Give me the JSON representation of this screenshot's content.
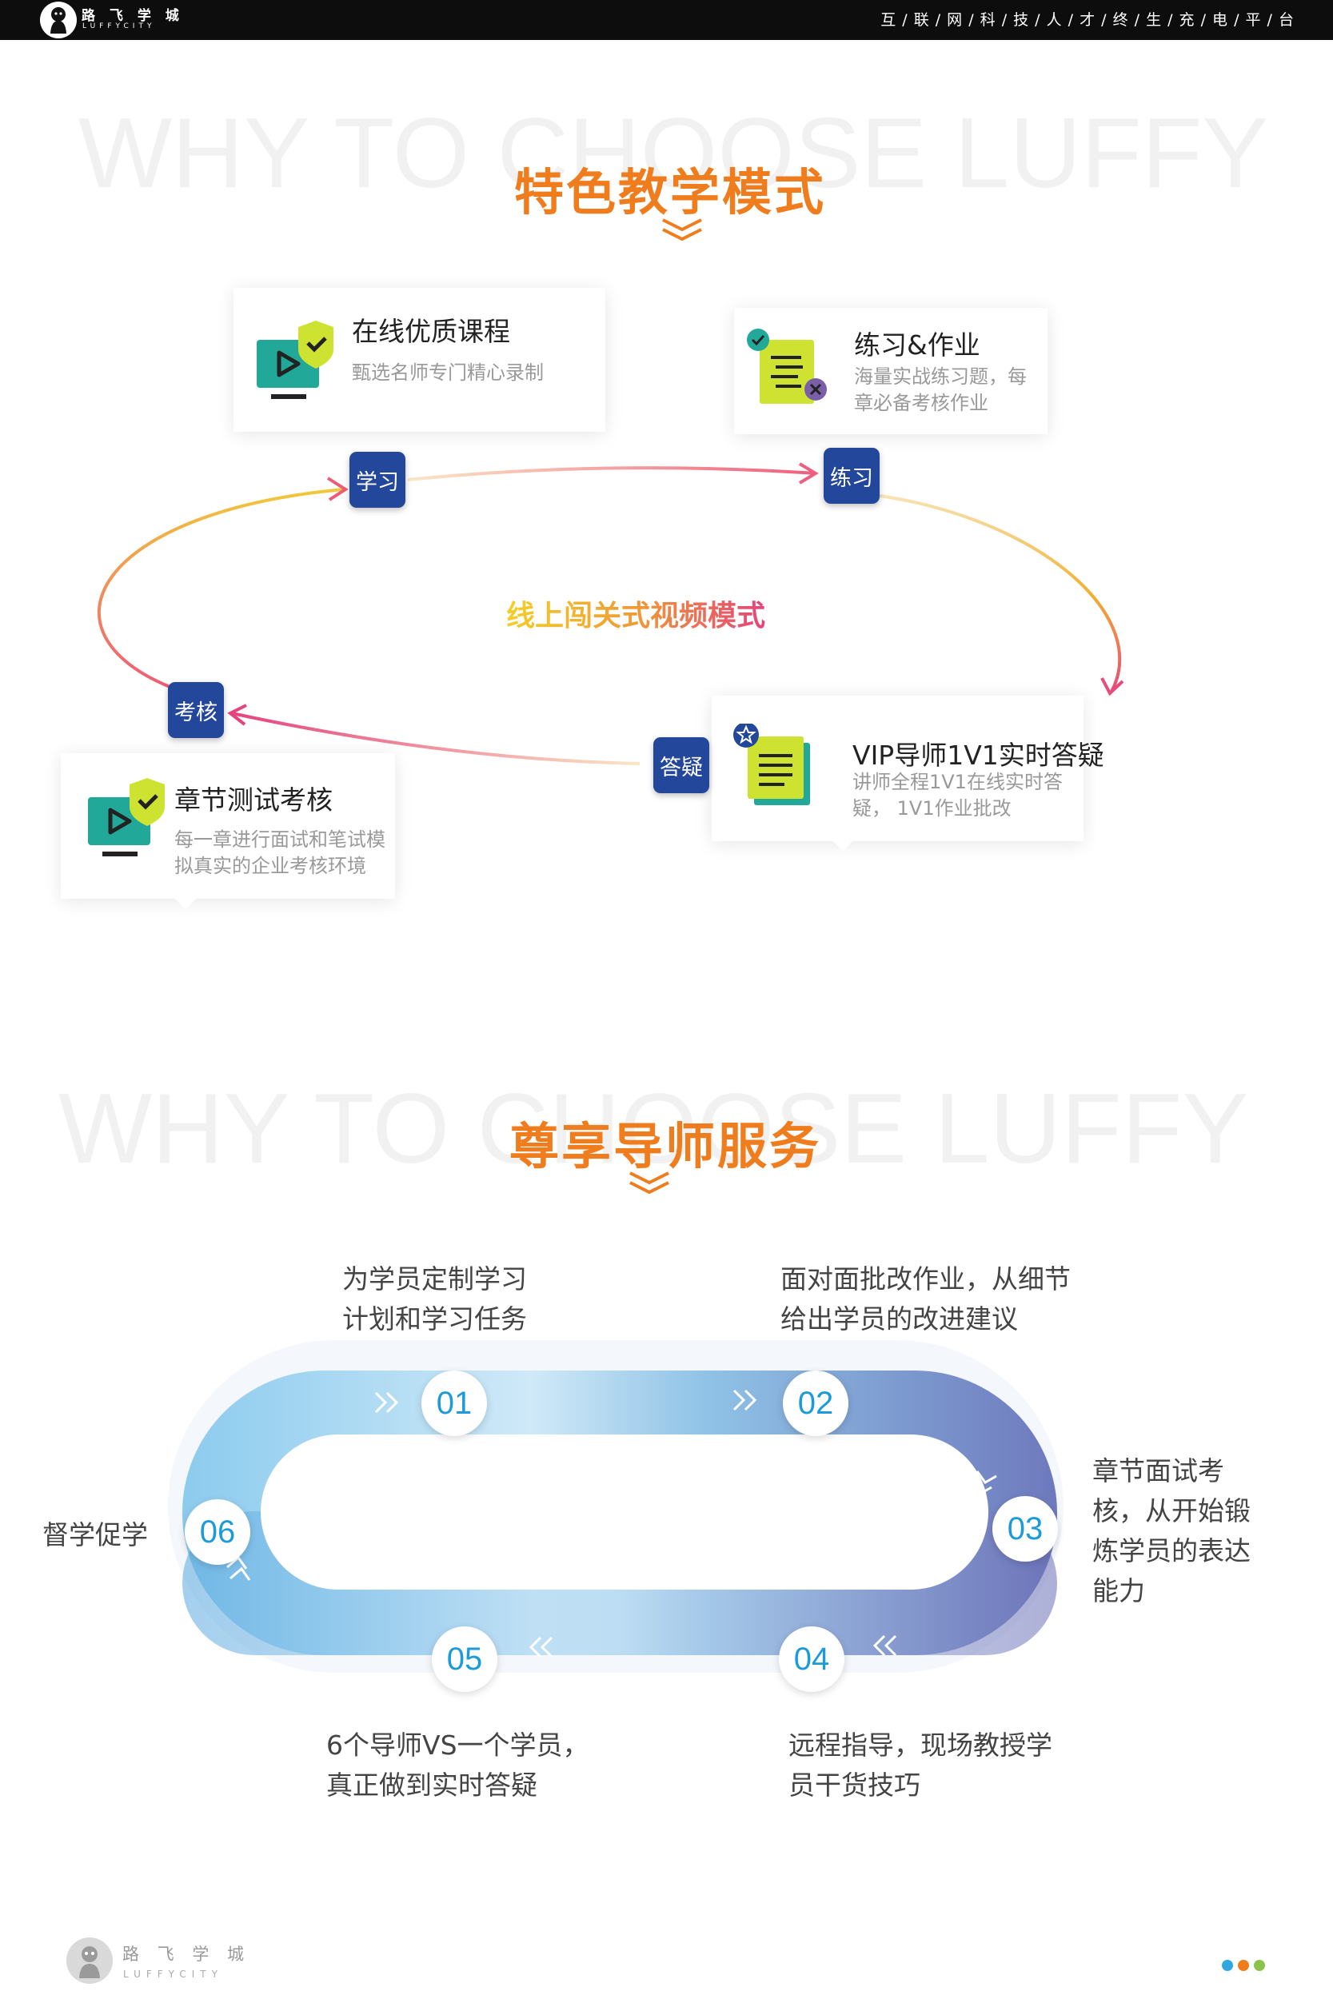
{
  "header": {
    "logo_cn": "路 飞 学 城",
    "logo_en": "LUFFYCITY",
    "slogan": "互 / 联 / 网 / 科 / 技 / 人 / 才 / 终 / 生 / 充 / 电 / 平 / 台"
  },
  "section1": {
    "bg_word": "WHY TO CHOOSE LUFFY",
    "title": "特色教学模式",
    "center_label": "线上闯关式视频模式",
    "cards": [
      {
        "title": "在线优质课程",
        "desc": "甄选名师专门精心录制"
      },
      {
        "title": "练习&作业",
        "desc": "海量实战练习题，每章必备考核作业"
      },
      {
        "title": "VIP导师1V1实时答疑",
        "desc": "讲师全程1V1在线实时答疑， 1V1作业批改"
      },
      {
        "title": "章节测试考核",
        "desc": "每一章进行面试和笔试模拟真实的企业考核环境"
      }
    ],
    "tags": {
      "learn": "学习",
      "practice": "练习",
      "answer": "答疑",
      "exam": "考核"
    }
  },
  "section2": {
    "bg_word": "WHY TO CHOOSE LUFFY",
    "title": "尊享导师服务",
    "steps": [
      {
        "num": "01",
        "text": "为学员定制学习计划和学习任务"
      },
      {
        "num": "02",
        "text": "面对面批改作业，从细节给出学员的改进建议"
      },
      {
        "num": "03",
        "text": "章节面试考核，从开始锻炼学员的表达能力"
      },
      {
        "num": "04",
        "text": "远程指导，现场教授学员干货技巧"
      },
      {
        "num": "05",
        "text": "6个导师VS一个学员，真正做到实时答疑"
      },
      {
        "num": "06",
        "text": "督学促学"
      }
    ]
  },
  "footer": {
    "logo_cn": "路 飞 学 城",
    "logo_en": "LUFFYCITY"
  },
  "colors": {
    "accent": "#ef7d1e",
    "tag": "#23479a",
    "dots": [
      "#2fa8e0",
      "#ef7d1e",
      "#8bc34a"
    ]
  }
}
